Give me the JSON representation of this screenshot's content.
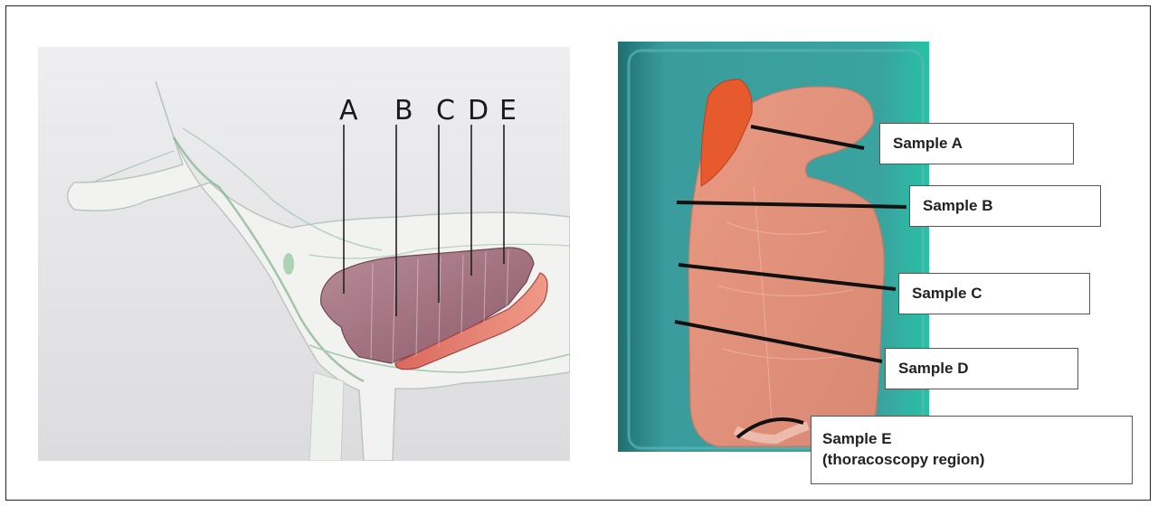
{
  "horse_diagram": {
    "region_letters": [
      "A",
      "B",
      "C",
      "D",
      "E"
    ]
  },
  "lung_photo": {
    "samples": [
      {
        "label": "Sample A"
      },
      {
        "label": "Sample B"
      },
      {
        "label": "Sample C"
      },
      {
        "label": "Sample D"
      },
      {
        "label": "Sample E",
        "sublabel": "(thoracoscopy region)"
      }
    ]
  }
}
